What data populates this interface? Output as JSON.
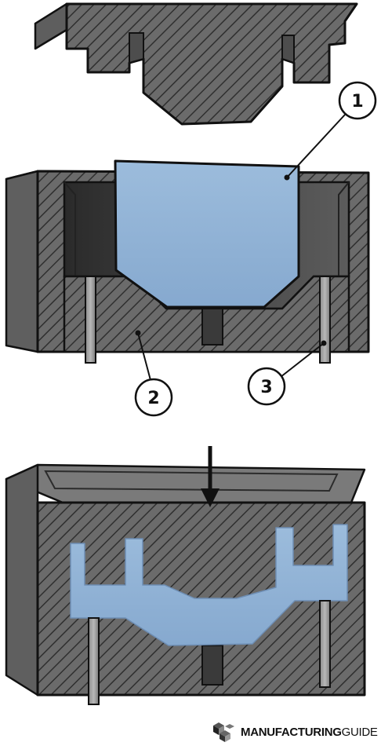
{
  "callouts": [
    {
      "id": "1",
      "label": "1"
    },
    {
      "id": "2",
      "label": "2"
    },
    {
      "id": "3",
      "label": "3"
    }
  ],
  "brand": {
    "bold": "MANUFACTURING",
    "light": "GUIDE"
  },
  "colors": {
    "mold_gray": "#6a6a6a",
    "mold_dark": "#3f3f3f",
    "hatch": "#2e2e2e",
    "blank_blue": "#92b4d6",
    "outline": "#111111"
  },
  "arrow": "press-direction-arrow"
}
